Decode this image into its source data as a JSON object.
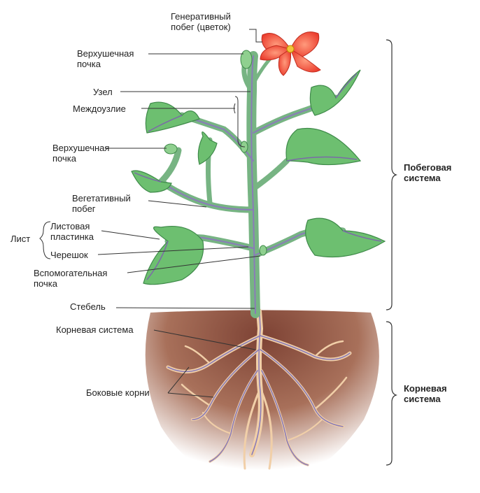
{
  "labels": {
    "generative_shoot": [
      "Генеративный",
      "побег (цветок)"
    ],
    "apical_bud_top": [
      "Верхушечная",
      "почка"
    ],
    "node": "Узел",
    "internode": "Междоузлие",
    "apical_bud_mid": [
      "Верхушечная",
      "почка"
    ],
    "vegetative_shoot": [
      "Вегетативный",
      "побег"
    ],
    "leaf": "Лист",
    "leaf_blade": [
      "Листовая",
      "пластинка"
    ],
    "petiole": "Черешок",
    "axillary_bud": [
      "Вспомогательная",
      "почка"
    ],
    "stem": "Стебель",
    "root_system": "Корневая система",
    "lateral_roots": "Боковые корни",
    "shoot_system": [
      "Побеговая",
      "система"
    ],
    "root_system_bracket": [
      "Корневая",
      "система"
    ]
  },
  "colors": {
    "leaf_fill": "#6dbf70",
    "leaf_vein": "#7b6aa8",
    "stem_fill": "#77b483",
    "stem_vein": "#8a7cb8",
    "flower": "#ee4a3a",
    "soil": "#a86f5a",
    "root": "#f1cfa8",
    "line": "#333333"
  }
}
